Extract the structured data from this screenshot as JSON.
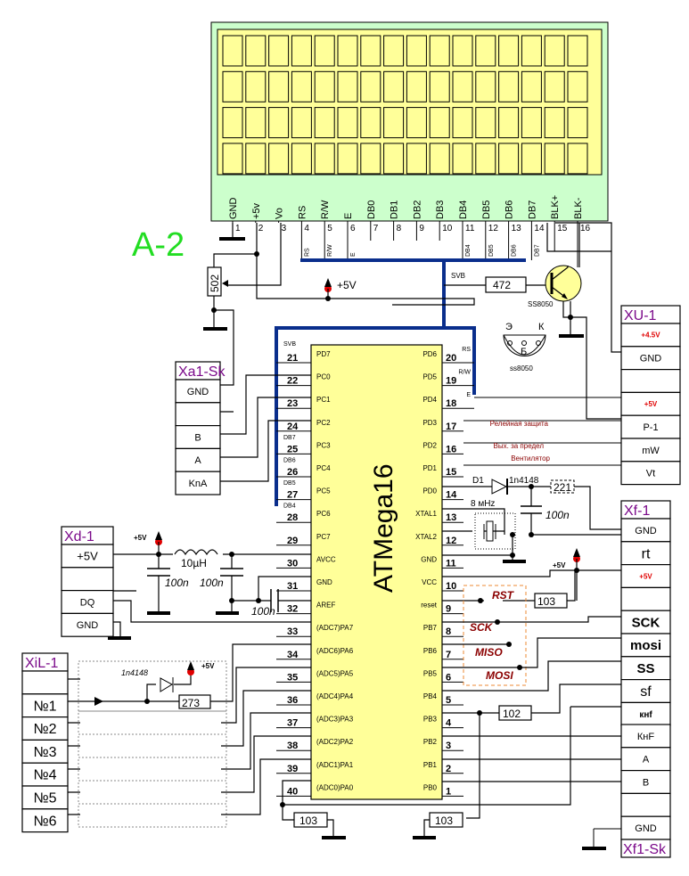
{
  "title_label": "A-2",
  "lcd": {
    "rows": 4,
    "cols": 16,
    "colors": {
      "outer": "#ccffcc",
      "screen": "#ffff99"
    },
    "pins": [
      {
        "num": "1",
        "name": "GND"
      },
      {
        "num": "2",
        "name": "+5v"
      },
      {
        "num": "3",
        "name": "Vo"
      },
      {
        "num": "4",
        "name": "RS"
      },
      {
        "num": "5",
        "name": "R/W"
      },
      {
        "num": "6",
        "name": "E"
      },
      {
        "num": "7",
        "name": "DB0"
      },
      {
        "num": "8",
        "name": "DB1"
      },
      {
        "num": "9",
        "name": "DB2"
      },
      {
        "num": "10",
        "name": "DB3"
      },
      {
        "num": "11",
        "name": "DB4"
      },
      {
        "num": "12",
        "name": "DB5"
      },
      {
        "num": "13",
        "name": "DB6"
      },
      {
        "num": "14",
        "name": "DB7"
      },
      {
        "num": "15",
        "name": "BLK+"
      },
      {
        "num": "16",
        "name": "BLK-"
      }
    ],
    "bus_taps": [
      "RS",
      "R/W",
      "E",
      "DB4",
      "DB5",
      "DB6",
      "DB7"
    ]
  },
  "mcu": {
    "name": "ATMega16",
    "color": "#ffff99",
    "left_pins": [
      {
        "num": "21",
        "name": "PD7",
        "net": "SVB"
      },
      {
        "num": "22",
        "name": "PC0",
        "net": ""
      },
      {
        "num": "23",
        "name": "PC1",
        "net": ""
      },
      {
        "num": "24",
        "name": "PC2",
        "net": "DB7"
      },
      {
        "num": "25",
        "name": "PC3",
        "net": "DB6"
      },
      {
        "num": "26",
        "name": "PC4",
        "net": "DB5"
      },
      {
        "num": "27",
        "name": "PC5",
        "net": "DB4"
      },
      {
        "num": "28",
        "name": "PC6",
        "net": ""
      },
      {
        "num": "29",
        "name": "PC7",
        "net": ""
      },
      {
        "num": "30",
        "name": "AVCC",
        "net": ""
      },
      {
        "num": "31",
        "name": "GND",
        "net": ""
      },
      {
        "num": "32",
        "name": "AREF",
        "net": ""
      },
      {
        "num": "33",
        "name": "(ADC7)PA7",
        "net": ""
      },
      {
        "num": "34",
        "name": "(ADC6)PA6",
        "net": ""
      },
      {
        "num": "35",
        "name": "(ADC5)PA5",
        "net": ""
      },
      {
        "num": "36",
        "name": "(ADC4)PA4",
        "net": ""
      },
      {
        "num": "37",
        "name": "(ADC3)PA3",
        "net": ""
      },
      {
        "num": "38",
        "name": "(ADC2)PA2",
        "net": ""
      },
      {
        "num": "39",
        "name": "(ADC1)PA1",
        "net": ""
      },
      {
        "num": "40",
        "name": "(ADC0)PA0",
        "net": ""
      }
    ],
    "right_pins": [
      {
        "num": "20",
        "name": "PD6",
        "net": "RS"
      },
      {
        "num": "19",
        "name": "PD5",
        "net": "R/W"
      },
      {
        "num": "18",
        "name": "PD4",
        "net": "E"
      },
      {
        "num": "17",
        "name": "PD3",
        "net": ""
      },
      {
        "num": "16",
        "name": "PD2",
        "net": ""
      },
      {
        "num": "15",
        "name": "PD1",
        "net": ""
      },
      {
        "num": "14",
        "name": "PD0",
        "net": ""
      },
      {
        "num": "13",
        "name": "XTAL1",
        "net": ""
      },
      {
        "num": "12",
        "name": "XTAL2",
        "net": ""
      },
      {
        "num": "11",
        "name": "GND",
        "net": ""
      },
      {
        "num": "10",
        "name": "VCC",
        "net": ""
      },
      {
        "num": "9",
        "name": "reset",
        "net": ""
      },
      {
        "num": "8",
        "name": "PB7",
        "net": ""
      },
      {
        "num": "7",
        "name": "PB6",
        "net": ""
      },
      {
        "num": "6",
        "name": "PB5",
        "net": ""
      },
      {
        "num": "5",
        "name": "PB4",
        "net": ""
      },
      {
        "num": "4",
        "name": "PB3",
        "net": ""
      },
      {
        "num": "3",
        "name": "PB2",
        "net": ""
      },
      {
        "num": "2",
        "name": "PB1",
        "net": ""
      },
      {
        "num": "1",
        "name": "PB0",
        "net": ""
      }
    ]
  },
  "connectors": {
    "xa1": {
      "title": "Xa1-Sk",
      "cells": [
        "GND",
        "",
        "B",
        "A",
        "KnA"
      ]
    },
    "xu1": {
      "title": "XU-1",
      "cells": [
        "+4.5V",
        "GND",
        "",
        "+5V",
        "P-1",
        "mW",
        "Vt"
      ]
    },
    "xf1": {
      "title": "Xf-1",
      "cells": [
        "GND",
        "rt",
        "+5V",
        "",
        "SCK",
        "mosi",
        "SS",
        "sf",
        "кнf"
      ]
    },
    "xf1sk": {
      "title": "Xf1-Sk",
      "cells": [
        "КнF",
        "A",
        "B",
        "",
        "GND"
      ]
    },
    "xd1": {
      "title": "Xd-1",
      "cells": [
        "+5V",
        "",
        "DQ",
        "GND"
      ]
    },
    "xil1": {
      "title": "XiL-1",
      "cells": [
        "",
        "№1",
        "№2",
        "№3",
        "№4",
        "№5",
        "№6"
      ]
    }
  },
  "components": {
    "pot": "502",
    "r_base": "472",
    "transistor": "SS8050",
    "transistor_pinout": {
      "e": "Э",
      "b": "Б",
      "k": "К",
      "name": "ss8050"
    },
    "svb_label": "SVB",
    "vcc_label": "+5V",
    "diode_d1": {
      "ref": "D1",
      "part": "1n4148"
    },
    "r_221": "221",
    "c_100n": "100n",
    "crystal": "8 мHz",
    "r_reset": "103",
    "r_pb3": "102",
    "r_bottom1": "103",
    "r_bottom2": "103",
    "inductor": "10µH",
    "diode_in": "1n4148",
    "r_273": "273"
  },
  "annotations": {
    "relay": "Релейная защита",
    "limit": "Вых. за предел",
    "fan": "Вентилятор"
  },
  "isp_labels": [
    "RST",
    "SCK",
    "MISO",
    "MOSI"
  ]
}
